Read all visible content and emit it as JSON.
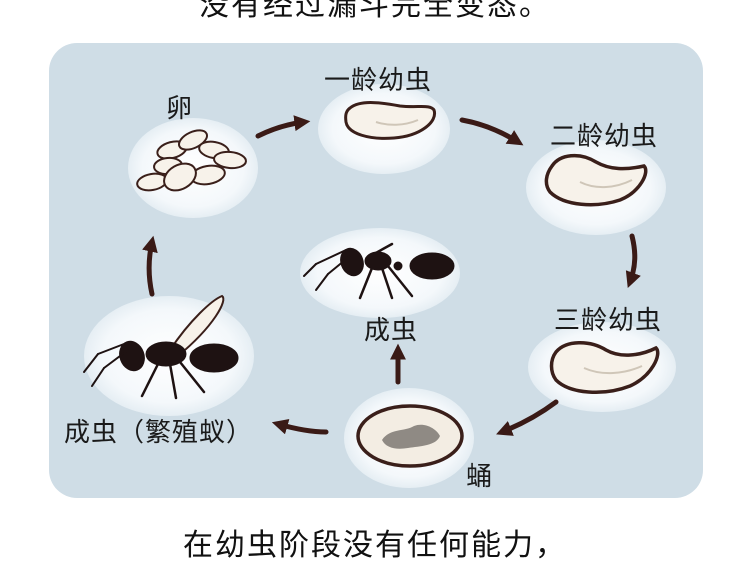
{
  "top_text": "没有经过漏斗完全变态。",
  "stages": {
    "egg": "卵",
    "larva1": "一龄幼虫",
    "larva2": "二龄幼虫",
    "larva3": "三龄幼虫",
    "pupa": "蛹",
    "adult": "成虫",
    "reproductive_adult": "成虫（繁殖蚁）"
  },
  "bottom_text": "在幼虫阶段没有任何能力，",
  "colors": {
    "panel": "#cfdde6",
    "outline": "#3a1f1a",
    "arrow": "#3a1a16",
    "larva_fill": "#f7f2ea",
    "pupa_fill": "#f3ede3"
  }
}
